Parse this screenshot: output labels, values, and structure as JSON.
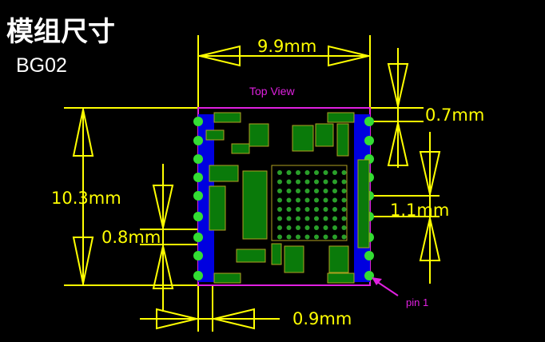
{
  "title": "模组尺寸",
  "model": "BG02",
  "view_label": "Top View",
  "pin_label": "pin 1",
  "dimensions": {
    "width": "9.9mm",
    "height": "10.3mm",
    "edge_offset": "0.7mm",
    "pin_pitch": "1.1mm",
    "pad_width": "0.8mm",
    "pad_offset": "0.9mm"
  },
  "colors": {
    "dimension": "#ffff00",
    "outline": "#e020e0",
    "pad": "#33dd33",
    "copper": "#0000e0"
  }
}
